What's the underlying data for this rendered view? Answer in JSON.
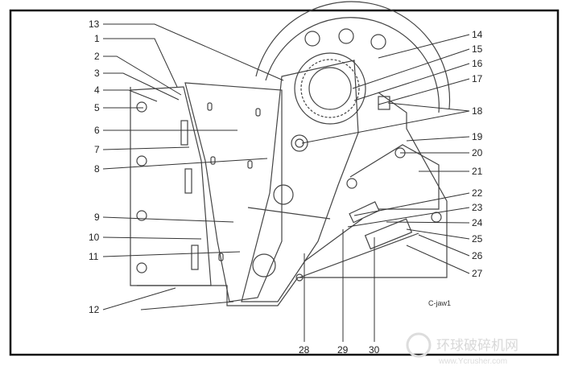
{
  "diagram": {
    "caption": "C-jaw1",
    "labels": {
      "l1": "1",
      "l2": "2",
      "l3": "3",
      "l4": "4",
      "l5": "5",
      "l6": "6",
      "l7": "7",
      "l8": "8",
      "l9": "9",
      "l10": "10",
      "l11": "11",
      "l12": "12",
      "l13": "13",
      "l14": "14",
      "l15": "15",
      "l16": "16",
      "l17": "17",
      "l18": "18",
      "l19": "19",
      "l20": "20",
      "l21": "21",
      "l22": "22",
      "l23": "23",
      "l24": "24",
      "l25": "25",
      "l26": "26",
      "l27": "27",
      "l28": "28",
      "l29": "29",
      "l30": "30"
    }
  },
  "watermark": {
    "title": "环球破碎机网",
    "url": "www.Ycrusher.com"
  }
}
